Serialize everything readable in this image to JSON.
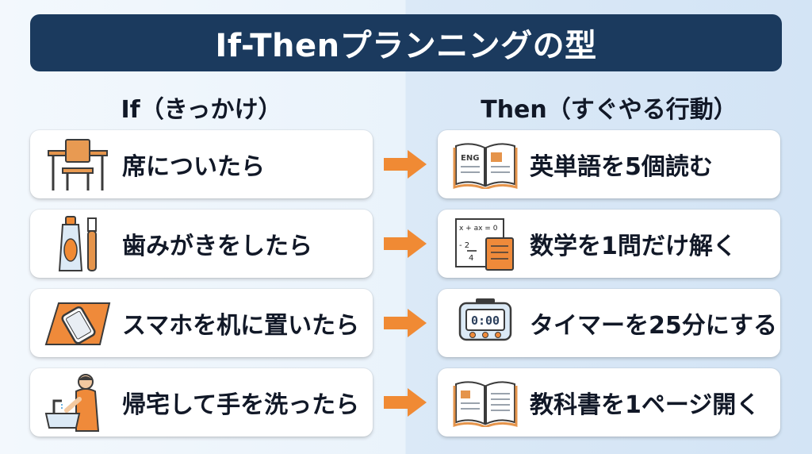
{
  "title": "If-Thenプランニングの型",
  "columns": {
    "if_header": "If（きっかけ）",
    "then_header": "Then（すぐやる行動）"
  },
  "rows": [
    {
      "if": "席についたら",
      "if_icon": "desk-chair-icon",
      "then": "英単語を5個読む",
      "then_icon": "book-icon",
      "then_icon_text": "ENG"
    },
    {
      "if": "歯みがきをしたら",
      "if_icon": "toothpaste-toothbrush-icon",
      "then": "数学を1問だけ解く",
      "then_icon": "math-notebook-icon",
      "then_icon_text": [
        "x + ax = 0",
        "- 2",
        "4"
      ]
    },
    {
      "if": "スマホを机に置いたら",
      "if_icon": "phone-on-desk-icon",
      "then": "タイマーを25分にする",
      "then_icon": "timer-icon",
      "then_icon_text": "0:00"
    },
    {
      "if": "帰宅して手を洗ったら",
      "if_icon": "washing-hands-icon",
      "then": "教科書を1ページ開く",
      "then_icon": "textbook-icon"
    }
  ],
  "colors": {
    "title_bg": "#1b3a5e",
    "arrow": "#f08a34",
    "accent_orange": "#ef8a3a"
  }
}
